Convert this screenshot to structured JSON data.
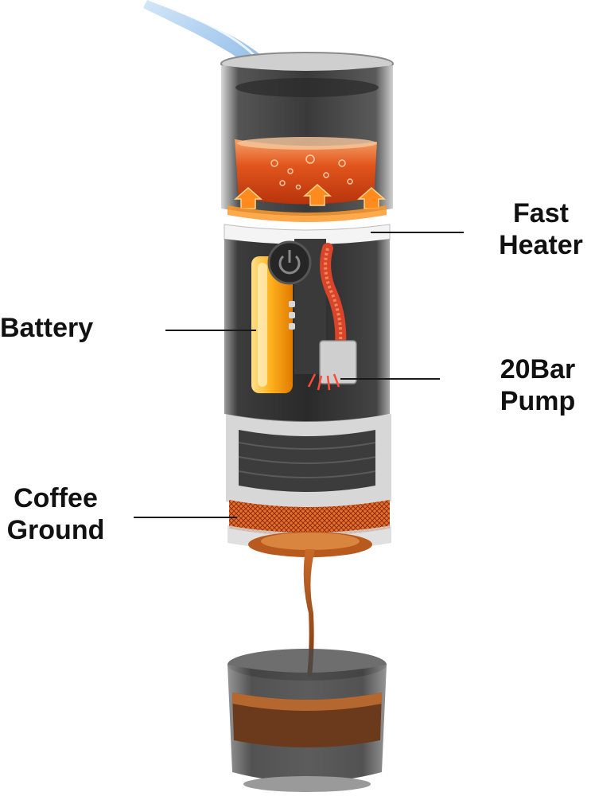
{
  "colors": {
    "background": "#ffffff",
    "label_text": "#111111",
    "leader_line": "#1a1a1a",
    "water": "#9cc6ee",
    "hot_water": "#e2561c",
    "heater_glow": "#ff9a2e",
    "battery": "#ffb21f",
    "pump_tube": "#d9442a",
    "coffee": "#b0581f",
    "device_shell": "#2b2b2b",
    "cup_glass": "#3a3a3a"
  },
  "icons": {
    "power_button": "power-icon",
    "heat_arrows": "up-arrow-icon"
  },
  "labels": {
    "fast_heater": {
      "line1": "Fast",
      "line2": "Heater"
    },
    "battery": {
      "line1": "Battery"
    },
    "pump": {
      "line1": "20Bar",
      "line2": "Pump"
    },
    "coffee_ground": {
      "line1": "Coffee",
      "line2": "Ground"
    }
  }
}
